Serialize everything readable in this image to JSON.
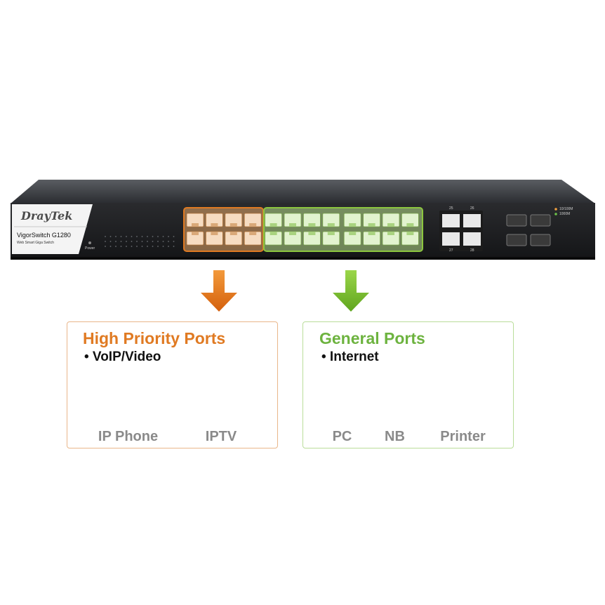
{
  "device": {
    "brand": "DrayTek",
    "model": "VigorSwitch G1280",
    "subtitle": "Web Smart Giga Switch",
    "power_label": "Power",
    "port_led_labels": [
      "10/100M",
      "1000M"
    ],
    "high_priority_port_count": 8,
    "general_port_count": 16,
    "uplink_numbers": [
      "25",
      "26",
      "27",
      "28"
    ],
    "highlight_colors": {
      "high": "#e07a22",
      "general": "#8cc63f"
    }
  },
  "boxes": {
    "high": {
      "title": "High Priority Ports",
      "bullet": "• VoIP/Video",
      "color": "#e07a22",
      "devices": [
        {
          "label": "IP Phone",
          "icon": "ip-phone-icon"
        },
        {
          "label": "IPTV",
          "icon": "tv-icon"
        }
      ]
    },
    "general": {
      "title": "General Ports",
      "bullet": "• Internet",
      "color": "#6db33f",
      "devices": [
        {
          "label": "PC",
          "icon": "desktop-pc-icon"
        },
        {
          "label": "NB",
          "icon": "laptop-icon"
        },
        {
          "label": "Printer",
          "icon": "printer-icon"
        }
      ]
    }
  }
}
